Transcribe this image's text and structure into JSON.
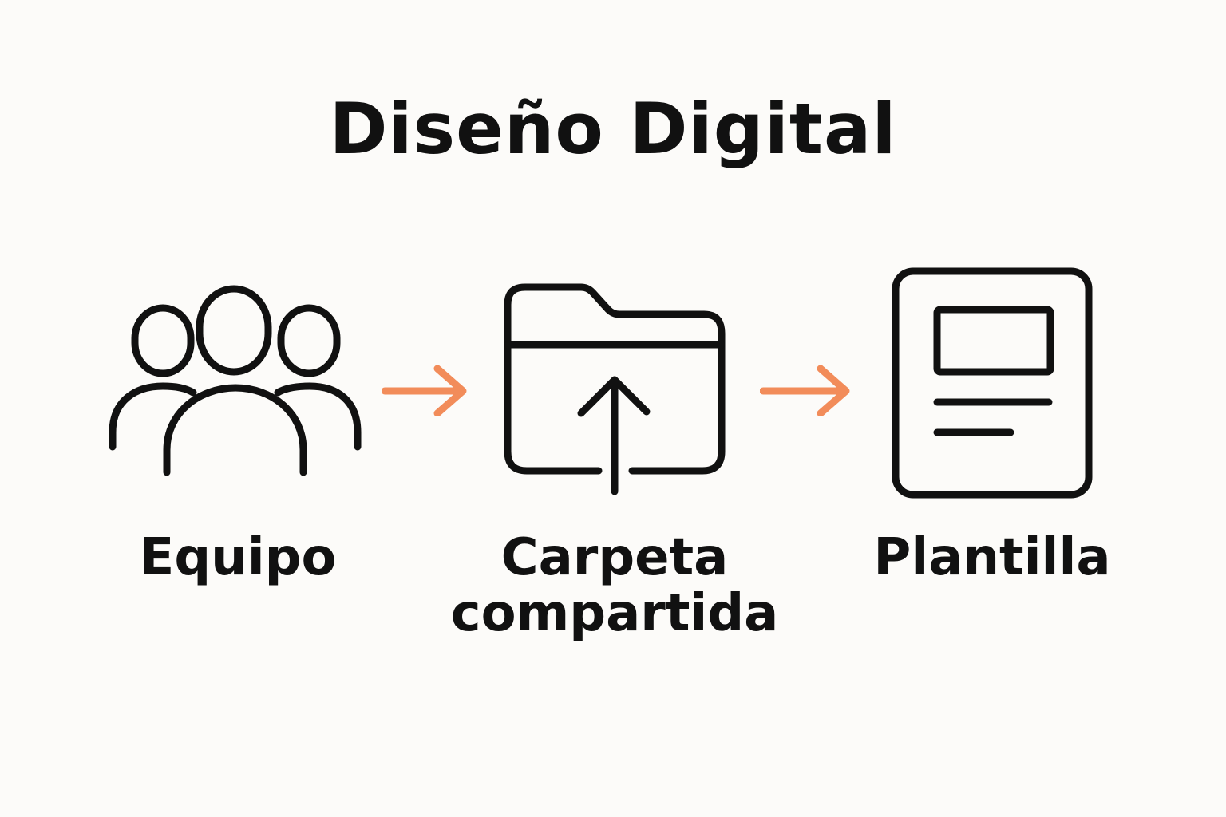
{
  "title": "Diseño Digital",
  "colors": {
    "stroke": "#111111",
    "arrow": "#f28c5a",
    "background": "#fcfbf9"
  },
  "steps": [
    {
      "icon": "people-group-icon",
      "label_lines": [
        "Equipo"
      ]
    },
    {
      "icon": "folder-upload-icon",
      "label_lines": [
        "Carpeta",
        "compartida"
      ]
    },
    {
      "icon": "template-document-icon",
      "label_lines": [
        "Plantilla"
      ]
    }
  ],
  "connectors": [
    {
      "icon": "arrow-right-icon"
    },
    {
      "icon": "arrow-right-icon"
    }
  ]
}
